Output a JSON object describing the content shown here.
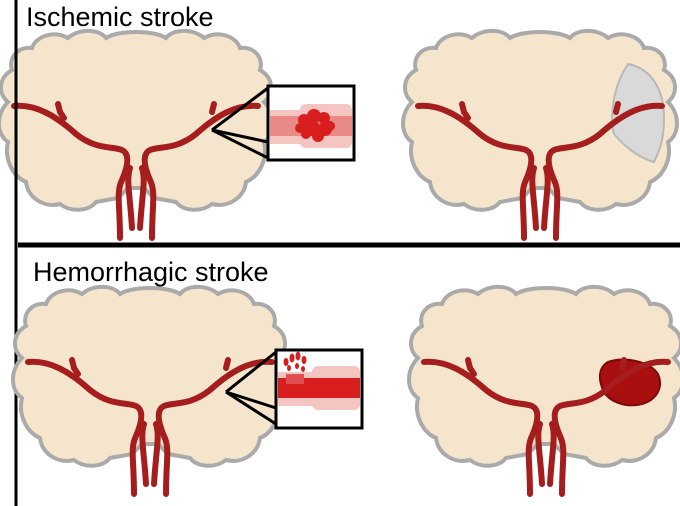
{
  "sections": [
    {
      "id": "ischemic",
      "title": "Ischemic stroke"
    },
    {
      "id": "hemorrhagic",
      "title": "Hemorrhagic stroke"
    }
  ],
  "colors": {
    "brain_fill": "#f4e5cc",
    "brain_outline": "#aaaaaa",
    "artery": "#a51d1d",
    "clot": "#d81e1e",
    "vessel_outer": "#f5c5c1",
    "vessel_mid": "#e98a86",
    "ischemic_region": "#d9d9d9",
    "hemorrhage_region": "#a80f0f",
    "divider": "#000000"
  }
}
